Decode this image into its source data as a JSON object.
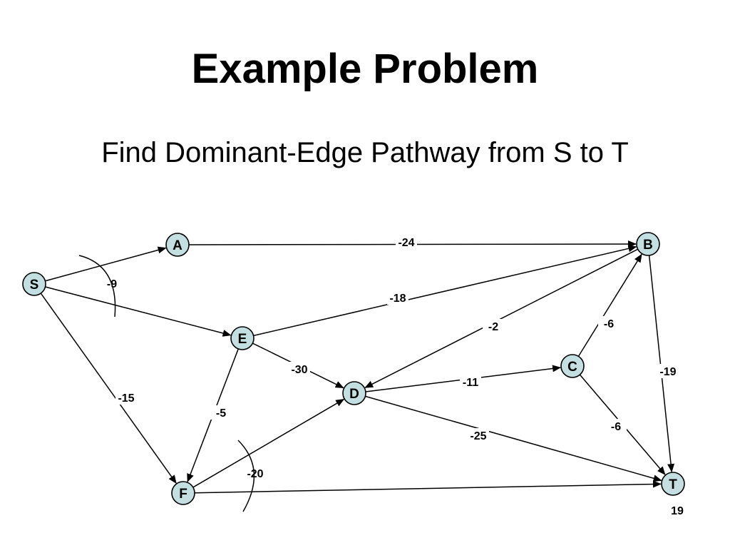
{
  "slide": {
    "title": "Example Problem",
    "subtitle": "Find Dominant-Edge Pathway from S to T",
    "page_number": "19"
  },
  "colors": {
    "node_fill": "#c3dfe1",
    "stroke": "#000000"
  },
  "graph": {
    "nodes": [
      {
        "id": "S",
        "label": "S"
      },
      {
        "id": "A",
        "label": "A"
      },
      {
        "id": "B",
        "label": "B"
      },
      {
        "id": "E",
        "label": "E"
      },
      {
        "id": "C",
        "label": "C"
      },
      {
        "id": "D",
        "label": "D"
      },
      {
        "id": "F",
        "label": "F"
      },
      {
        "id": "T",
        "label": "T"
      }
    ],
    "edges": [
      {
        "from": "S",
        "to": "A",
        "label": ""
      },
      {
        "from": "S",
        "to": "E",
        "label": ""
      },
      {
        "from": "S",
        "to": "F",
        "label": "-15"
      },
      {
        "from": "A",
        "to": "B",
        "label": "-24"
      },
      {
        "from": "E",
        "to": "B",
        "label": "-18"
      },
      {
        "from": "E",
        "to": "D",
        "label": "-30"
      },
      {
        "from": "E",
        "to": "F",
        "label": "-5"
      },
      {
        "from": "B",
        "to": "D",
        "label": "-2"
      },
      {
        "from": "C",
        "to": "B",
        "label": "-6"
      },
      {
        "from": "B",
        "to": "T",
        "label": "-19"
      },
      {
        "from": "D",
        "to": "C",
        "label": "-11"
      },
      {
        "from": "C",
        "to": "T",
        "label": "-6"
      },
      {
        "from": "D",
        "to": "T",
        "label": "-25"
      },
      {
        "from": "F",
        "to": "D",
        "label": ""
      },
      {
        "from": "F",
        "to": "T",
        "label": ""
      }
    ],
    "cuts": [
      {
        "id": "cut-s",
        "label": "-9"
      },
      {
        "id": "cut-f",
        "label": "-20"
      }
    ]
  }
}
